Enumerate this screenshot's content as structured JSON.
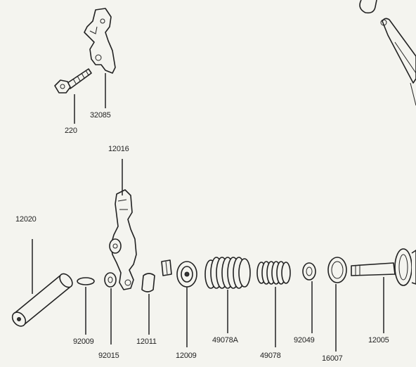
{
  "labels": {
    "p220": "220",
    "p32085": "32085",
    "p12016": "12016",
    "p12020": "12020",
    "p92009": "92009",
    "p92015": "92015",
    "p12011": "12011",
    "p12009": "12009",
    "p49078A": "49078A",
    "p49078": "49078",
    "p92049": "92049",
    "p16007": "16007",
    "p12005": "12005"
  }
}
